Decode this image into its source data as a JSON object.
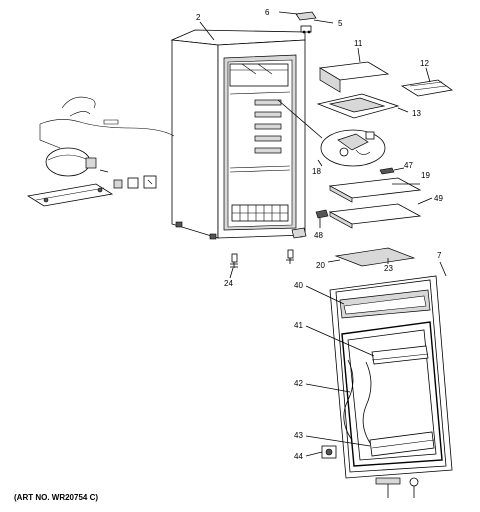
{
  "art_number": "(ART NO. WR20754 C)",
  "callouts": {
    "c2": "2",
    "c5": "5",
    "c6": "6",
    "c7": "7",
    "c11": "11",
    "c12": "12",
    "c13": "13",
    "c18": "18",
    "c19": "19",
    "c20": "20",
    "c23": "23",
    "c24": "24",
    "c40": "40",
    "c41": "41",
    "c42": "42",
    "c43": "43",
    "c44": "44",
    "c47": "47",
    "c48": "48",
    "c49": "49"
  }
}
